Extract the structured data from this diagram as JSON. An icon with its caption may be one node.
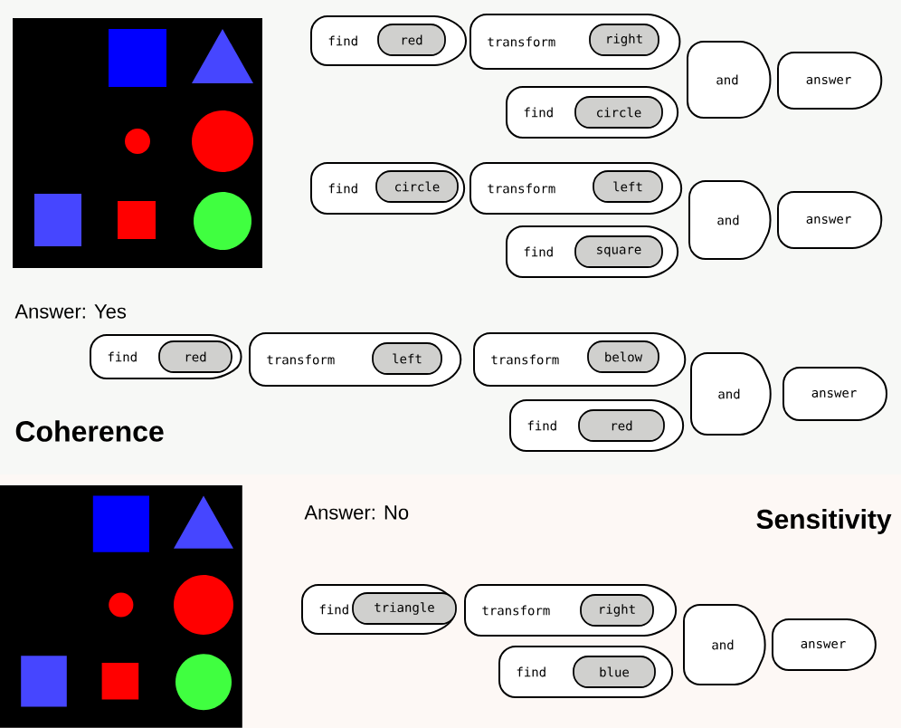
{
  "diagram": {
    "nodes": [
      {
        "text": [
          "find"
        ]
      },
      {
        "text": [
          "red"
        ],
        "in": 0
      },
      {
        "text": [
          "transform"
        ]
      },
      {
        "text": [
          "right"
        ],
        "in": 2
      },
      {
        "text": [
          "find"
        ]
      },
      {
        "text": [
          "circle"
        ],
        "in": 4
      },
      {
        "text": [
          "and"
        ]
      },
      {
        "text": [
          "answer"
        ]
      },
      {
        "text": [
          "find"
        ]
      },
      {
        "text": [
          "circle"
        ],
        "in": 8
      },
      {
        "text": [
          "transform"
        ]
      },
      {
        "text": [
          "left"
        ],
        "in": 10
      },
      {
        "text": [
          "find"
        ]
      },
      {
        "text": [
          "square"
        ],
        "in": 12
      },
      {
        "text": [
          "and"
        ]
      },
      {
        "text": [
          "answer"
        ]
      },
      {
        "text": [
          "find"
        ]
      },
      {
        "text": [
          "red"
        ],
        "in": 16
      },
      {
        "text": [
          "transform"
        ]
      },
      {
        "text": [
          "left"
        ],
        "in": 18
      },
      {
        "text": [
          "transform"
        ]
      },
      {
        "text": [
          "below"
        ],
        "in": 20
      },
      {
        "text": [
          "find"
        ]
      },
      {
        "text": [
          "red"
        ],
        "in": 22
      },
      {
        "text": [
          "and"
        ]
      },
      {
        "text": [
          "answer"
        ]
      },
      {
        "text": [
          "find"
        ]
      },
      {
        "text": [
          "triangle"
        ],
        "in": 26
      },
      {
        "text": [
          "transform"
        ]
      },
      {
        "text": [
          "right"
        ],
        "in": 28
      },
      {
        "text": [
          "find"
        ]
      },
      {
        "text": [
          "blue"
        ],
        "in": 30
      },
      {
        "text": [
          "and"
        ]
      },
      {
        "text": [
          "answer"
        ]
      }
    ],
    "labels": [
      "Answer: Yes",
      "Coherence",
      "Answer: No",
      "Sensitivity"
    ]
  }
}
